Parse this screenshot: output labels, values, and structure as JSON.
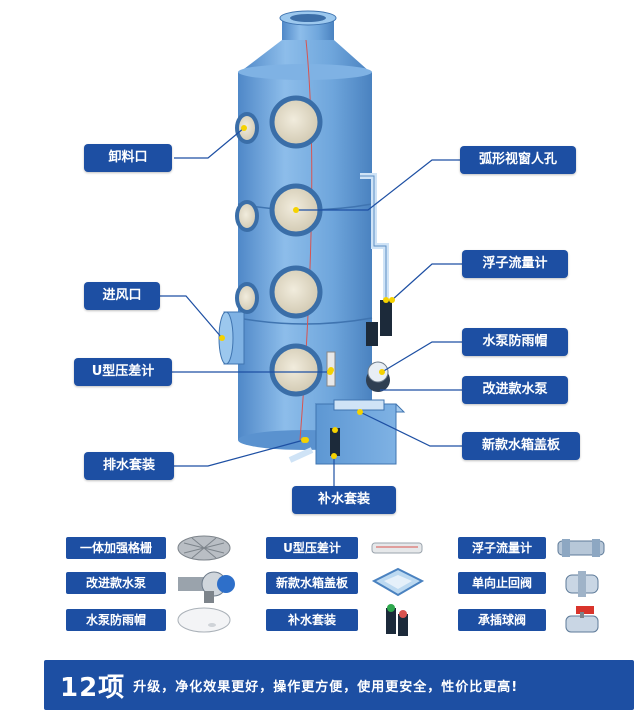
{
  "callouts": {
    "discharge_port": "卸料口",
    "inlet": "进风口",
    "u_gauge": "U型压差计",
    "drain_kit": "排水套装",
    "viewing_window": "弧形视窗人孔",
    "float_flowmeter": "浮子流量计",
    "pump_rain_cap": "水泵防雨帽",
    "improved_pump": "改进款水泵",
    "tank_cover": "新款水箱盖板",
    "refill_kit": "补水套装"
  },
  "components": {
    "grid": "一体加强格栅",
    "improved_pump": "改进款水泵",
    "pump_rain_cap": "水泵防雨帽",
    "u_gauge": "U型压差计",
    "tank_cover": "新款水箱盖板",
    "refill_kit": "补水套装",
    "float_flowmeter": "浮子流量计",
    "check_valve": "单向止回阀",
    "ball_valve": "承插球阀"
  },
  "footer": {
    "count": "12项",
    "text": "升级，净化效果更好，操作更方便，使用更安全，性价比更高!"
  },
  "colors": {
    "tower_blue": "#6fa6dc",
    "label_blue": "#1d4fa3"
  }
}
